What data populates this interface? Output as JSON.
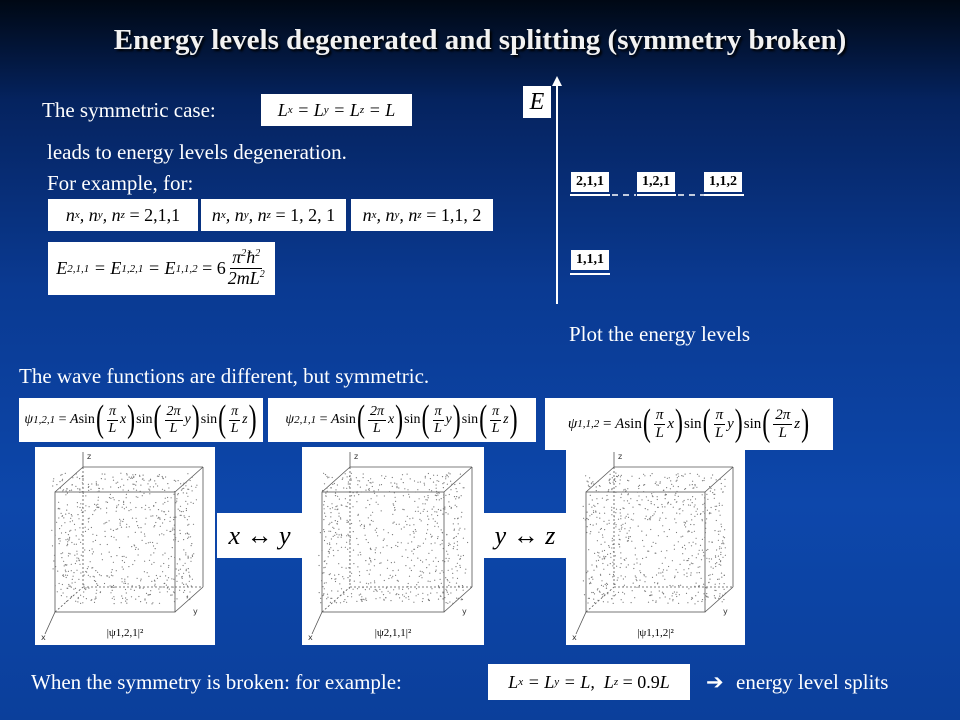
{
  "title": "Energy levels degenerated and splitting (symmetry broken)",
  "symmetric_case": {
    "label": "The symmetric case:",
    "line1": "leads to energy levels degeneration.",
    "line2": "For example, for:"
  },
  "energy_diagram": {
    "axis_label": "E",
    "upper_levels": [
      "2,1,1",
      "1,2,1",
      "1,1,2"
    ],
    "ground_level": "1,1,1",
    "caption": "Plot the energy levels"
  },
  "wave_text": "The wave functions are different, but symmetric.",
  "plots": {
    "labels": [
      "|ψ1,2,1|²",
      "|ψ2,1,1|²",
      "|ψ1,1,2|²"
    ],
    "axis_x": "x",
    "axis_y": "y",
    "axis_z": "z"
  },
  "swap_ops": [
    "x ↔ y",
    "y ↔ z"
  ],
  "broken": {
    "text": "When the symmetry is broken: for example:",
    "arrow": "➔",
    "result": "energy level splits"
  }
}
